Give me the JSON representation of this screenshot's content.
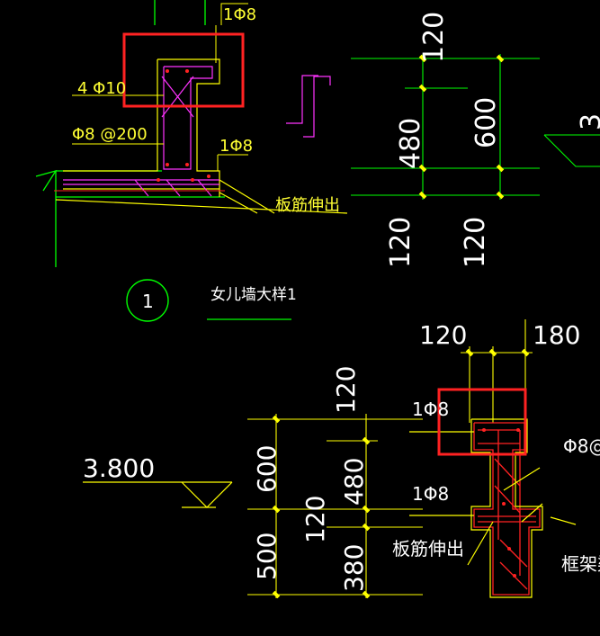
{
  "colors": {
    "background": "#000000",
    "green": "#00ff00",
    "yellow": "#ffff00",
    "magenta": "#ff33ff",
    "red": "#ff0000",
    "white": "#ffffff",
    "highlight": "#ff2222"
  },
  "detail_top": {
    "rebar_top": "1Φ8",
    "rebar_main": "4 Φ10",
    "stirrup": "Φ8 @200",
    "rebar_bottom": "1Φ8",
    "slab_note": "板筋伸出",
    "dims_top": [
      "120",
      "480",
      "600"
    ],
    "dims_bottom": [
      "120",
      "120"
    ],
    "circle_label": "1",
    "caption": "女儿墙大样1"
  },
  "detail_bottom": {
    "elevation": "3.800",
    "dims_top": [
      "120",
      "180"
    ],
    "dims_left": [
      "120",
      "600",
      "480",
      "120",
      "500",
      "380"
    ],
    "rebar_top": "1Φ8",
    "rebar_mid": "1Φ8",
    "stirrup": "Φ8@",
    "slab_note": "板筋伸出",
    "beam_note": "框架梁"
  }
}
